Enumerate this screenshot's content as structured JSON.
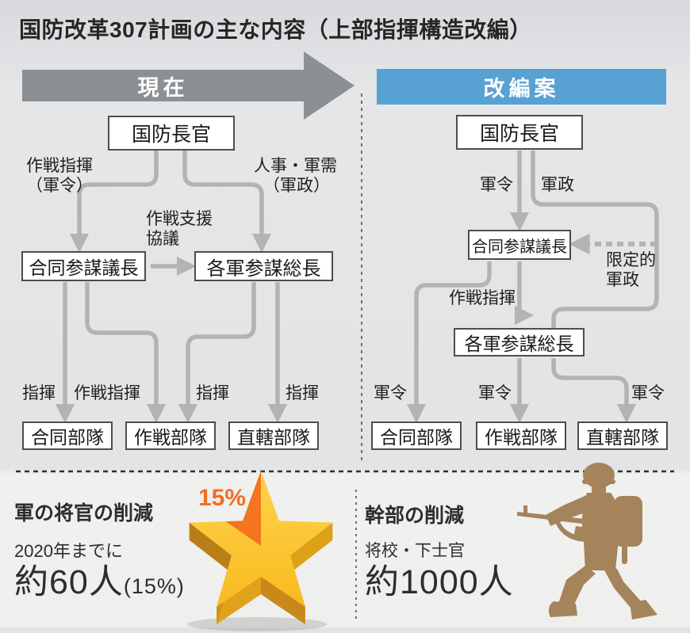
{
  "title": "国防改革307計画の主な内容（上部指揮構造改編）",
  "current": {
    "banner": "現在",
    "minister": "国防長官",
    "jcs_chairman": "合同参謀議長",
    "service_chiefs": "各軍参謀総長",
    "units": [
      "合同部隊",
      "作戦部隊",
      "直轄部隊"
    ],
    "edge_labels": {
      "operational_command": "作戦指揮",
      "operational_command_paren": "（軍令）",
      "personnel_logistics": "人事・軍需",
      "personnel_logistics_paren": "（軍政）",
      "operation_support": "作戦支援",
      "consultation": "協議",
      "command_1": "指揮",
      "operational_command_2": "作戦指揮",
      "command_2": "指揮",
      "command_3": "指揮"
    }
  },
  "reform": {
    "banner": "改編案",
    "minister": "国防長官",
    "jcs_chairman": "合同参謀議長",
    "service_chiefs": "各軍参謀総長",
    "units": [
      "合同部隊",
      "作戦部隊",
      "直轄部隊"
    ],
    "edge_labels": {
      "military_order_top": "軍令",
      "military_admin_top": "軍政",
      "limited_admin_line1": "限定的",
      "limited_admin_line2": "軍政",
      "operational_command": "作戦指揮",
      "order_1": "軍令",
      "order_2": "軍令",
      "order_3": "軍令"
    }
  },
  "stats": {
    "generals": {
      "heading": "軍の将官の削減",
      "timeframe": "2020年までに",
      "amount": "約60人",
      "amount_note": "(15%)",
      "star_percent": "15%"
    },
    "officers": {
      "heading": "幹部の削減",
      "scope": "将校・下士官",
      "amount": "約1000人"
    }
  },
  "colors": {
    "banner_current": "#8d9093",
    "banner_reform": "#58a1d3",
    "connector_gray": "#b1b3b5",
    "accent_orange": "#f26f21",
    "star_gold": "#fcc32d",
    "star_gold_dark": "#cf921b",
    "soldier_brown": "#a5845c"
  }
}
